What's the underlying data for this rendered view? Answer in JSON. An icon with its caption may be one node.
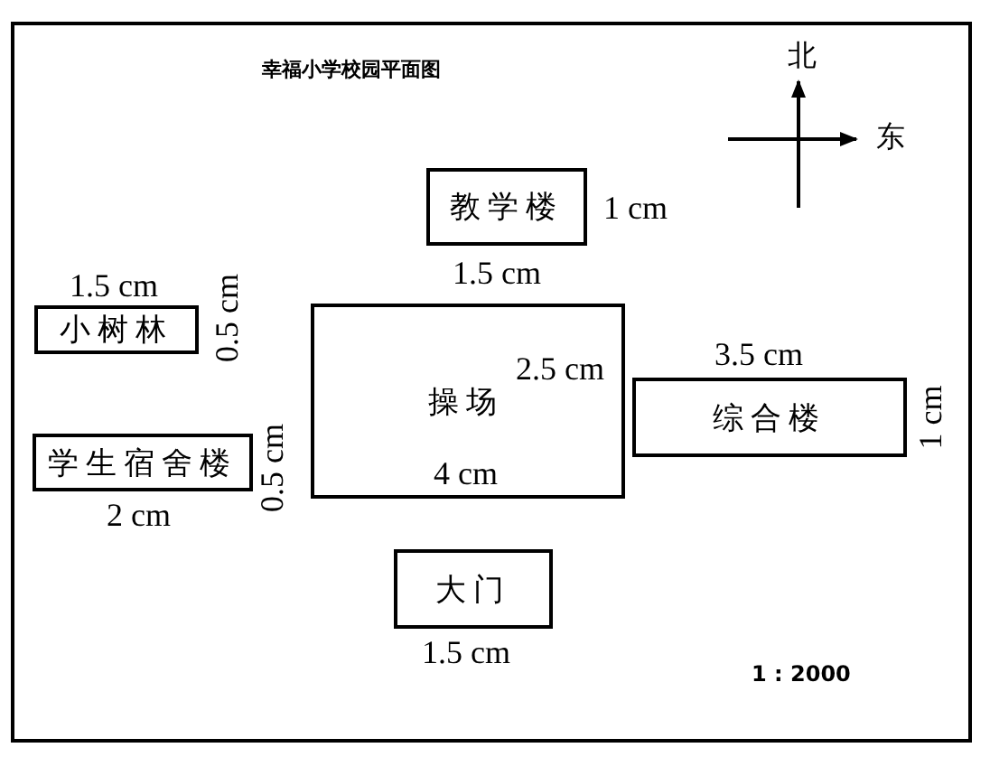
{
  "diagram": {
    "title": "幸福小学校园平面图",
    "nodes": [
      {
        "text": [
          "教学楼"
        ],
        "beside": [
          "1 cm",
          "1.5 cm"
        ]
      },
      {
        "text": [
          "小树林"
        ],
        "beside": [
          "1.5 cm",
          "0.5 cm"
        ]
      },
      {
        "text": [
          "2.5 cm",
          "操场",
          "4 cm"
        ]
      },
      {
        "text": [
          "综合楼"
        ],
        "beside": [
          "3.5 cm",
          "1 cm"
        ]
      },
      {
        "text": [
          "学生宿舍楼"
        ],
        "beside": [
          "0.5 cm",
          "2 cm"
        ]
      },
      {
        "text": [
          "大门"
        ],
        "beside": [
          "1.5 cm"
        ]
      }
    ],
    "labels": [
      "北",
      "东",
      "1 : 2000"
    ]
  }
}
